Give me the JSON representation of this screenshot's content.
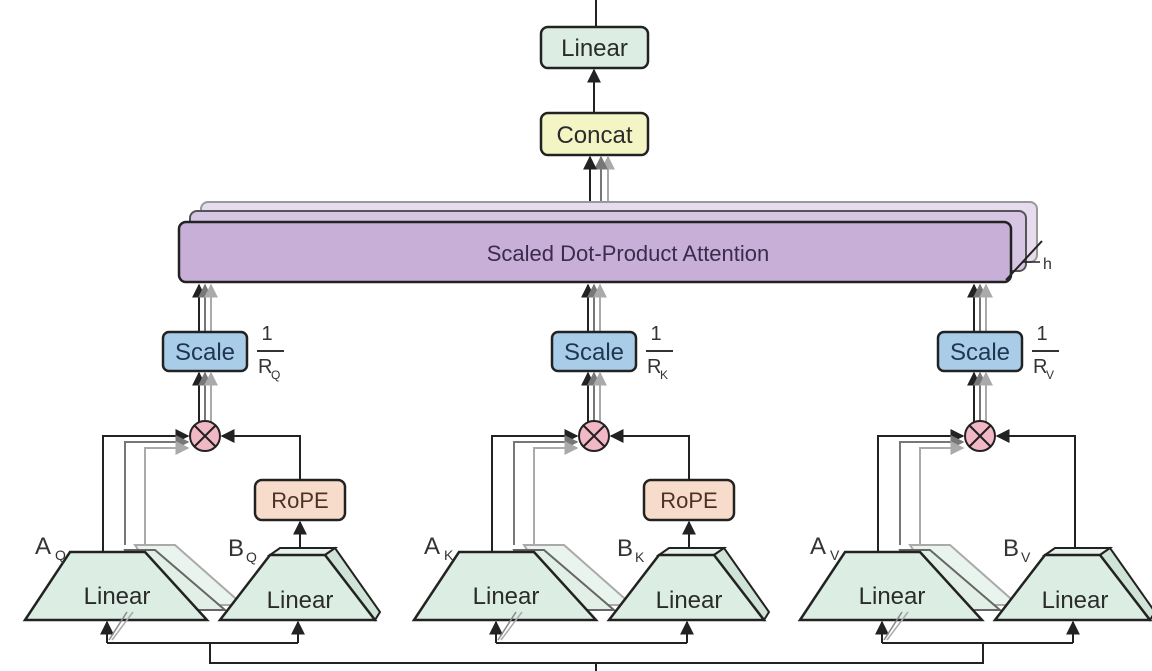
{
  "diagram": {
    "title": "Multi-head attention with low-rank (A/B) projections and RoPE",
    "colors": {
      "linear_fill": "#dcede3",
      "concat_fill": "#f4f5c4",
      "attention_fill": "#c7afd8",
      "scale_fill": "#a9cde9",
      "rope_fill": "#f8dccb",
      "multiply_fill": "#f2b8c6",
      "stroke": "#222222"
    },
    "top": {
      "output_linear": "Linear",
      "concat": "Concat"
    },
    "attention": {
      "label": "Scaled Dot-Product Attention",
      "heads_label": "h"
    },
    "branches": [
      {
        "id": "q",
        "scale_label": "Scale",
        "fraction_num": "1",
        "fraction_den": "R",
        "fraction_den_sub": "Q",
        "multiply_symbol": "⊗",
        "rope_label": "RoPE",
        "a_label": "A",
        "a_sub": "Q",
        "b_label": "B",
        "b_sub": "Q",
        "a_linear": "Linear",
        "b_linear": "Linear",
        "has_rope": true
      },
      {
        "id": "k",
        "scale_label": "Scale",
        "fraction_num": "1",
        "fraction_den": "R",
        "fraction_den_sub": "K",
        "multiply_symbol": "⊗",
        "rope_label": "RoPE",
        "a_label": "A",
        "a_sub": "K",
        "b_label": "B",
        "b_sub": "K",
        "a_linear": "Linear",
        "b_linear": "Linear",
        "has_rope": true
      },
      {
        "id": "v",
        "scale_label": "Scale",
        "fraction_num": "1",
        "fraction_den": "R",
        "fraction_den_sub": "V",
        "multiply_symbol": "⊗",
        "a_label": "A",
        "a_sub": "V",
        "b_label": "B",
        "b_sub": "V",
        "a_linear": "Linear",
        "b_linear": "Linear",
        "has_rope": false
      }
    ]
  }
}
